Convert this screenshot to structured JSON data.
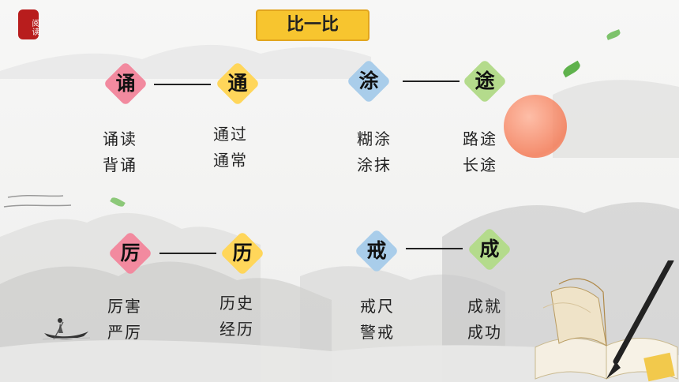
{
  "seal": {
    "text": "阅读"
  },
  "title": "比一比",
  "groups": [
    {
      "left": {
        "char": "诵",
        "words": [
          "诵读",
          "背诵"
        ]
      },
      "right": {
        "char": "通",
        "words": [
          "通过",
          "通常"
        ]
      }
    },
    {
      "left": {
        "char": "涂",
        "words": [
          "糊涂",
          "涂抹"
        ]
      },
      "right": {
        "char": "途",
        "words": [
          "路途",
          "长途"
        ]
      }
    },
    {
      "left": {
        "char": "厉",
        "words": [
          "厉害",
          "严厉"
        ]
      },
      "right": {
        "char": "历",
        "words": [
          "历史",
          "经历"
        ]
      }
    },
    {
      "left": {
        "char": "戒",
        "words": [
          "戒尺",
          "警戒"
        ]
      },
      "right": {
        "char": "成",
        "words": [
          "成就",
          "成功"
        ]
      }
    }
  ],
  "colors": {
    "pink": "#f28a9f",
    "yellow": "#ffd65a",
    "blue": "#a9cdea",
    "green": "#b4db8c",
    "title_bg": "#f7c52f"
  }
}
